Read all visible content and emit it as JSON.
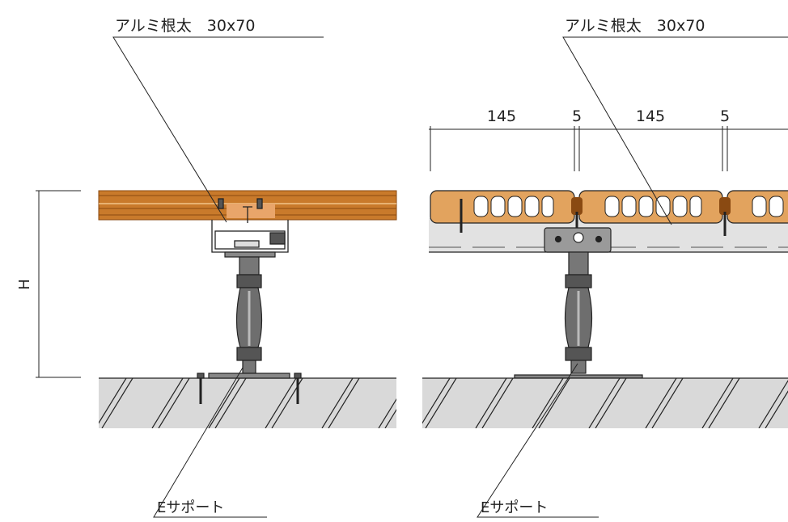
{
  "labels": {
    "joist_left": "アルミ根太　30x70",
    "joist_right": "アルミ根太　30x70",
    "support_left": "Eサポート",
    "support_right": "Eサポート",
    "height": "H"
  },
  "dimensions": {
    "board_1": "145",
    "gap_1": "5",
    "board_2": "145",
    "gap_2": "5"
  },
  "colors": {
    "wood": "#c97a2b",
    "wood_dark": "#8a4a12",
    "board": "#e2a35e",
    "metal": "#6e6e6e",
    "concrete": "#d9d9d9",
    "line": "#222222"
  }
}
